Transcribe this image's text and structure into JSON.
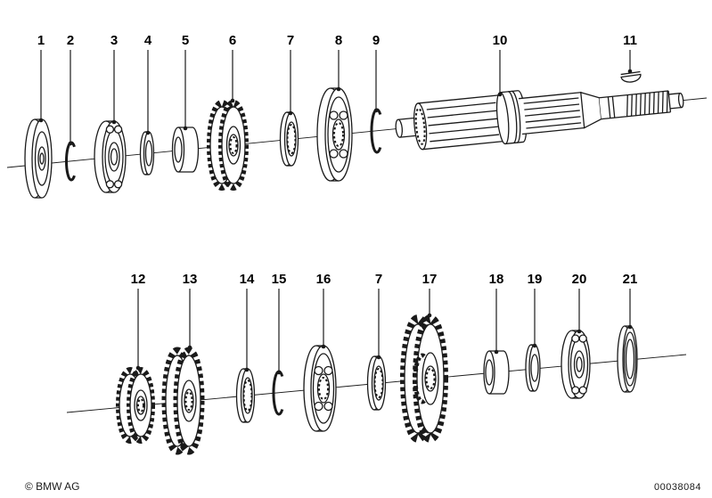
{
  "colors": {
    "background": "#ffffff",
    "line": "#1a1a1a"
  },
  "footer": {
    "copyright": "© BMW AG",
    "drawing_number": "00038084"
  },
  "callouts": {
    "top": [
      "1",
      "2",
      "3",
      "4",
      "5",
      "6",
      "7",
      "8",
      "9",
      "10",
      "11"
    ],
    "bottom": [
      "12",
      "13",
      "14",
      "15",
      "16",
      "7",
      "17",
      "18",
      "19",
      "20",
      "21"
    ]
  }
}
